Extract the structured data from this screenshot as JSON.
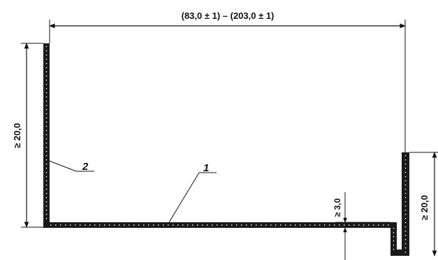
{
  "dimensions": {
    "top_width": "(83,0 ± 1) – (203,0 ± 1)",
    "left_height": "≥ 20,0",
    "right_height": "≥ 20,0",
    "step_depth": "≥ 3,0"
  },
  "callouts": {
    "label_1": "1",
    "label_2": "2"
  },
  "colors": {
    "line": "#111111",
    "profile_fill": "#1a1a1a",
    "profile_dots": "#ffffff"
  }
}
